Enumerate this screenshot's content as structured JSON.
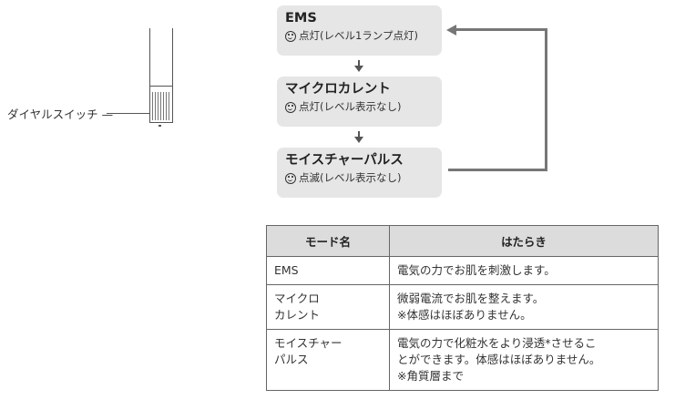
{
  "device": {
    "dial_label": "ダイヤルスイッチ —"
  },
  "modes_flow": [
    {
      "name": "EMS",
      "status_icon": "smile-icon",
      "status": "点灯(レベル1ランプ点灯)"
    },
    {
      "name": "マイクロカレント",
      "status_icon": "smile-icon",
      "status": "点灯(レベル表示なし)"
    },
    {
      "name": "モイスチャーパルス",
      "status_icon": "smile-icon",
      "status": "点滅(レベル表示なし)"
    }
  ],
  "table": {
    "headers": [
      "モード名",
      "はたらき"
    ],
    "rows": [
      {
        "name": [
          "EMS"
        ],
        "desc": [
          "電気の力でお肌を刺激します。"
        ]
      },
      {
        "name": [
          "マイクロ",
          "カレント"
        ],
        "desc": [
          "微弱電流でお肌を整えます。",
          "※体感はほぼありません。"
        ]
      },
      {
        "name": [
          "モイスチャー",
          "パルス"
        ],
        "desc": [
          "電気の力で化粧水をより浸透*させるこ",
          "とができます。体感はほぼありません。",
          "※角質層まで"
        ]
      }
    ]
  },
  "colors": {
    "box_fill": "#e6e6e6",
    "header_fill": "#dcdcdc",
    "arrow": "#777777"
  }
}
